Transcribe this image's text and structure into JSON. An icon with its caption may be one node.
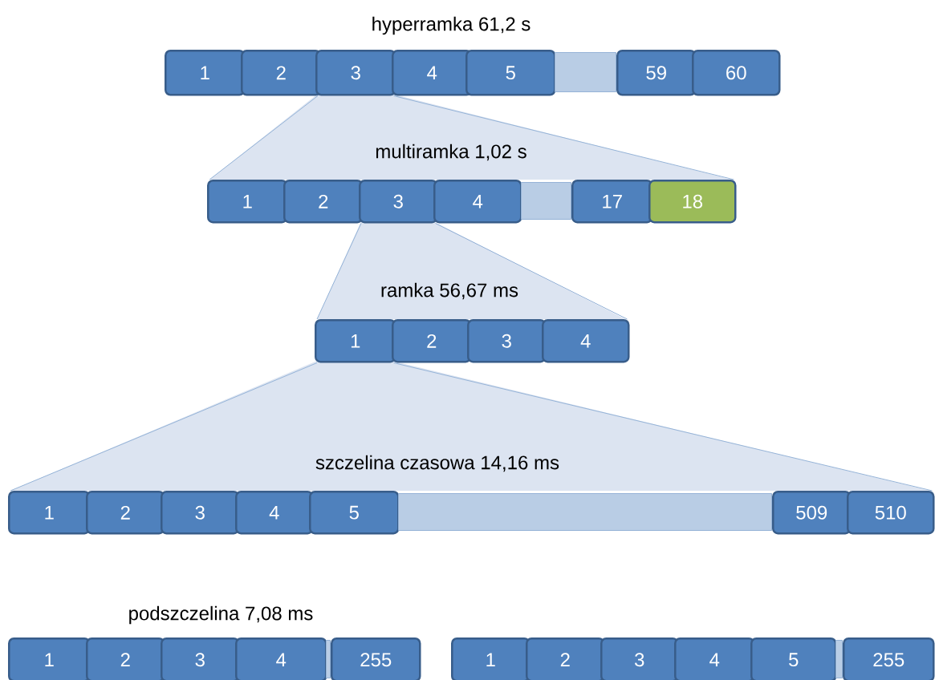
{
  "diagram": {
    "nodes": [
      {
        "text": [
          "1"
        ]
      },
      {
        "text": [
          "2"
        ]
      },
      {
        "text": [
          "3"
        ]
      },
      {
        "text": [
          "4"
        ]
      },
      {
        "text": [
          "5"
        ]
      },
      {
        "text": [],
        "shape": "bar"
      },
      {
        "text": [
          "59"
        ]
      },
      {
        "text": [
          "60"
        ]
      },
      {
        "text": [
          "1"
        ]
      },
      {
        "text": [
          "2"
        ]
      },
      {
        "text": [
          "3"
        ]
      },
      {
        "text": [
          "4"
        ]
      },
      {
        "text": [],
        "shape": "bar"
      },
      {
        "text": [
          "17"
        ]
      },
      {
        "text": [
          "18"
        ]
      },
      {
        "text": [
          "1"
        ]
      },
      {
        "text": [
          "2"
        ]
      },
      {
        "text": [
          "3"
        ]
      },
      {
        "text": [
          "4"
        ]
      },
      {
        "text": [
          "1"
        ]
      },
      {
        "text": [
          "2"
        ]
      },
      {
        "text": [
          "3"
        ]
      },
      {
        "text": [
          "4"
        ]
      },
      {
        "text": [
          "5"
        ]
      },
      {
        "text": [],
        "shape": "bar"
      },
      {
        "text": [
          "509"
        ]
      },
      {
        "text": [
          "510"
        ]
      },
      {
        "text": [
          "1"
        ]
      },
      {
        "text": [
          "2"
        ]
      },
      {
        "text": [
          "3"
        ]
      },
      {
        "text": [
          "4"
        ]
      },
      {
        "text": [],
        "shape": "bar"
      },
      {
        "text": [
          "255"
        ]
      },
      {
        "text": [
          "1"
        ]
      },
      {
        "text": [
          "2"
        ]
      },
      {
        "text": [
          "3"
        ]
      },
      {
        "text": [
          "4"
        ]
      },
      {
        "text": [
          "5"
        ]
      },
      {
        "text": [],
        "shape": "bar"
      },
      {
        "text": [
          "255"
        ]
      }
    ],
    "edges": [
      {
        "from": 2,
        "to": 8,
        "arrow": "none"
      },
      {
        "from": 2,
        "to": 14,
        "arrow": "none"
      },
      {
        "from": 10,
        "to": 15,
        "arrow": "none"
      },
      {
        "from": 10,
        "to": 18,
        "arrow": "none"
      },
      {
        "from": 15,
        "to": 19,
        "arrow": "none"
      },
      {
        "from": 15,
        "to": 26,
        "arrow": "none"
      }
    ],
    "labels": [
      "hyperramka 61,2 s",
      "multiramka 1,02 s",
      "ramka 56,67 ms",
      "szczelina czasowa 14,16 ms",
      "podszczelina 7,08 ms"
    ]
  }
}
